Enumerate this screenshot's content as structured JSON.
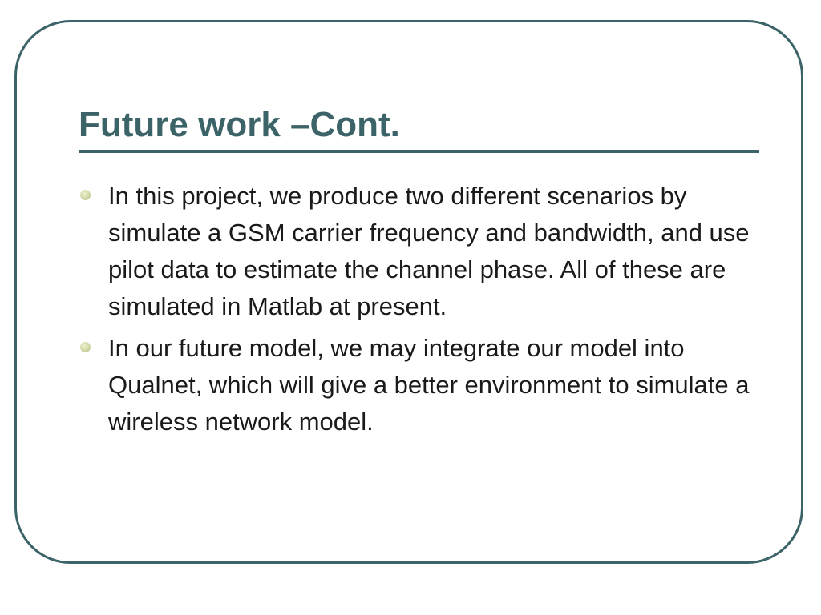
{
  "slide": {
    "title": "Future work –Cont.",
    "bullets": [
      {
        "text": "In this project, we produce two different scenarios by simulate a GSM carrier frequency and bandwidth, and use pilot data to estimate the channel phase. All of these are simulated in Matlab at present."
      },
      {
        "text": "In our future model, we may integrate our model into Qualnet, which will give a better environment to simulate a wireless network model."
      }
    ]
  },
  "colors": {
    "accent": "#3c6468",
    "text": "#1a1a1a",
    "bullet": "#d3d6a6",
    "background": "#ffffff"
  }
}
